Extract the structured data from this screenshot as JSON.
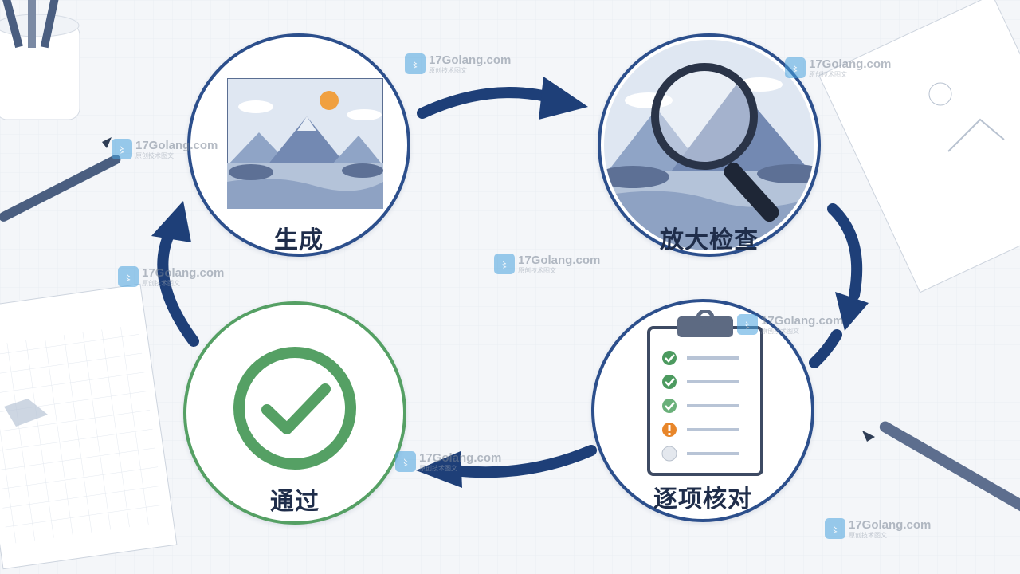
{
  "steps": {
    "generate": {
      "label": "生成"
    },
    "inspect": {
      "label": "放大检查"
    },
    "verify": {
      "label": "逐项核对"
    },
    "pass": {
      "label": "通过"
    }
  },
  "watermark": {
    "text": "17Golang.com",
    "subtext": "原创技术图文",
    "logo": "17golang-logo-icon"
  },
  "colors": {
    "circle_blue": "#2c4f8c",
    "circle_green": "#55a064",
    "arrow": "#1e3f78",
    "check_green": "#4c9a5f",
    "warning_orange": "#e8862a",
    "label_text": "#1f2d4a"
  },
  "checklist": [
    {
      "status": "checked"
    },
    {
      "status": "checked"
    },
    {
      "status": "checked"
    },
    {
      "status": "warning"
    },
    {
      "status": "empty"
    }
  ]
}
